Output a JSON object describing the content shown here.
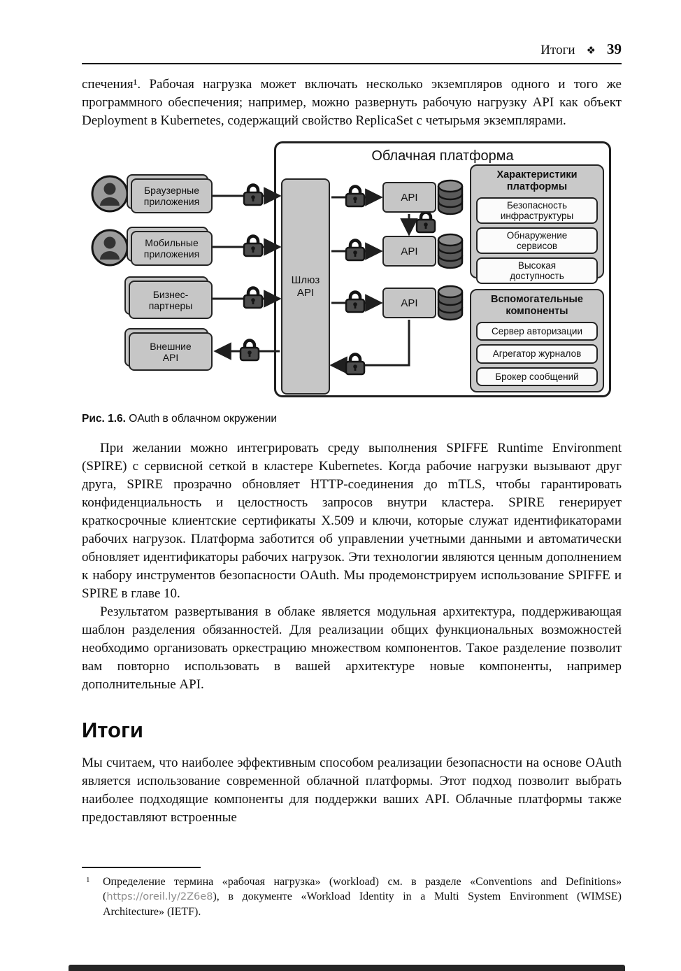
{
  "header": {
    "section": "Итоги",
    "separator": "❖",
    "page_number": "39"
  },
  "body": {
    "para1": "спечения¹. Рабочая нагрузка может включать несколько экземпляров одного и того же программного обеспечения; например, можно развернуть рабочую нагрузку API как объект Deployment в Kubernetes, содержащий свойство ReplicaSet с четырьмя экземплярами.",
    "para2": "При желании можно интегрировать среду выполнения SPIFFE Runtime Environment (SPIRE) с сервисной сеткой в кластере Kubernetes. Когда рабочие нагрузки вызывают друг друга, SPIRE прозрачно обновляет HTTP-соединения до mTLS, чтобы гарантировать конфиденциальность и целостность запросов внутри кластера. SPIRE генерирует краткосрочные клиентские сертификаты X.509 и ключи, которые служат идентификаторами рабочих нагрузок. Платформа заботится об управлении учетными данными и автоматически обновляет идентификаторы рабочих нагрузок. Эти технологии являются ценным дополнением к набору инструментов безопасности OAuth. Мы продемонстрируем использование SPIFFE и SPIRE в главе 10.",
    "para3": "Результатом развертывания в облаке является модульная архитектура, поддерживающая шаблон разделения обязанностей. Для реализации общих функциональных возможностей необходимо организовать оркестрацию множеством компонентов. Такое разделение позволит вам повторно использовать в вашей архитектуре новые компоненты, например дополнительные API.",
    "heading": "Итоги",
    "para4": "Мы считаем, что наиболее эффективным способом реализации безопасности на основе OAuth является использование современной облачной платформы. Этот подход позволит выбрать наиболее подходящие компоненты для поддержки ваших API. Облачные платформы также предоставляют встроенные"
  },
  "figure": {
    "caption_label": "Рис. 1.6.",
    "caption_text": "OAuth в облачном окружении",
    "cloud_title": "Облачная платформа",
    "clients": [
      {
        "line1": "Браузерные",
        "line2": "приложения"
      },
      {
        "line1": "Мобильные",
        "line2": "приложения"
      },
      {
        "line1": "Бизнес-",
        "line2": "партнеры"
      },
      {
        "line1": "Внешние",
        "line2": "API"
      }
    ],
    "gateway": {
      "line1": "Шлюз",
      "line2": "API"
    },
    "api_label": "API",
    "platform_panel": {
      "title_line1": "Характеристики",
      "title_line2": "платформы",
      "items": [
        {
          "line1": "Безопасность",
          "line2": "инфраструктуры"
        },
        {
          "line1": "Обнаружение",
          "line2": "сервисов"
        },
        {
          "line1": "Высокая",
          "line2": "доступность"
        }
      ]
    },
    "components_panel": {
      "title_line1": "Вспомогательные",
      "title_line2": "компоненты",
      "items": [
        "Сервер авторизации",
        "Агрегатор журналов",
        "Брокер сообщений"
      ]
    },
    "colors": {
      "box_fill": "#c6c6c6",
      "panel_fill": "#c9c9c9",
      "line": "#1f1f1f"
    }
  },
  "footnote": {
    "marker": "1",
    "text_before_url": "Определение термина «рабочая нагрузка» (workload) см. в разделе «Conventions and Definitions» (",
    "url": "https://oreil.ly/2Z6e8",
    "text_after_url": "), в документе «Workload Identity in a Multi System Environment (WIMSE) Architecture» (IETF)."
  }
}
